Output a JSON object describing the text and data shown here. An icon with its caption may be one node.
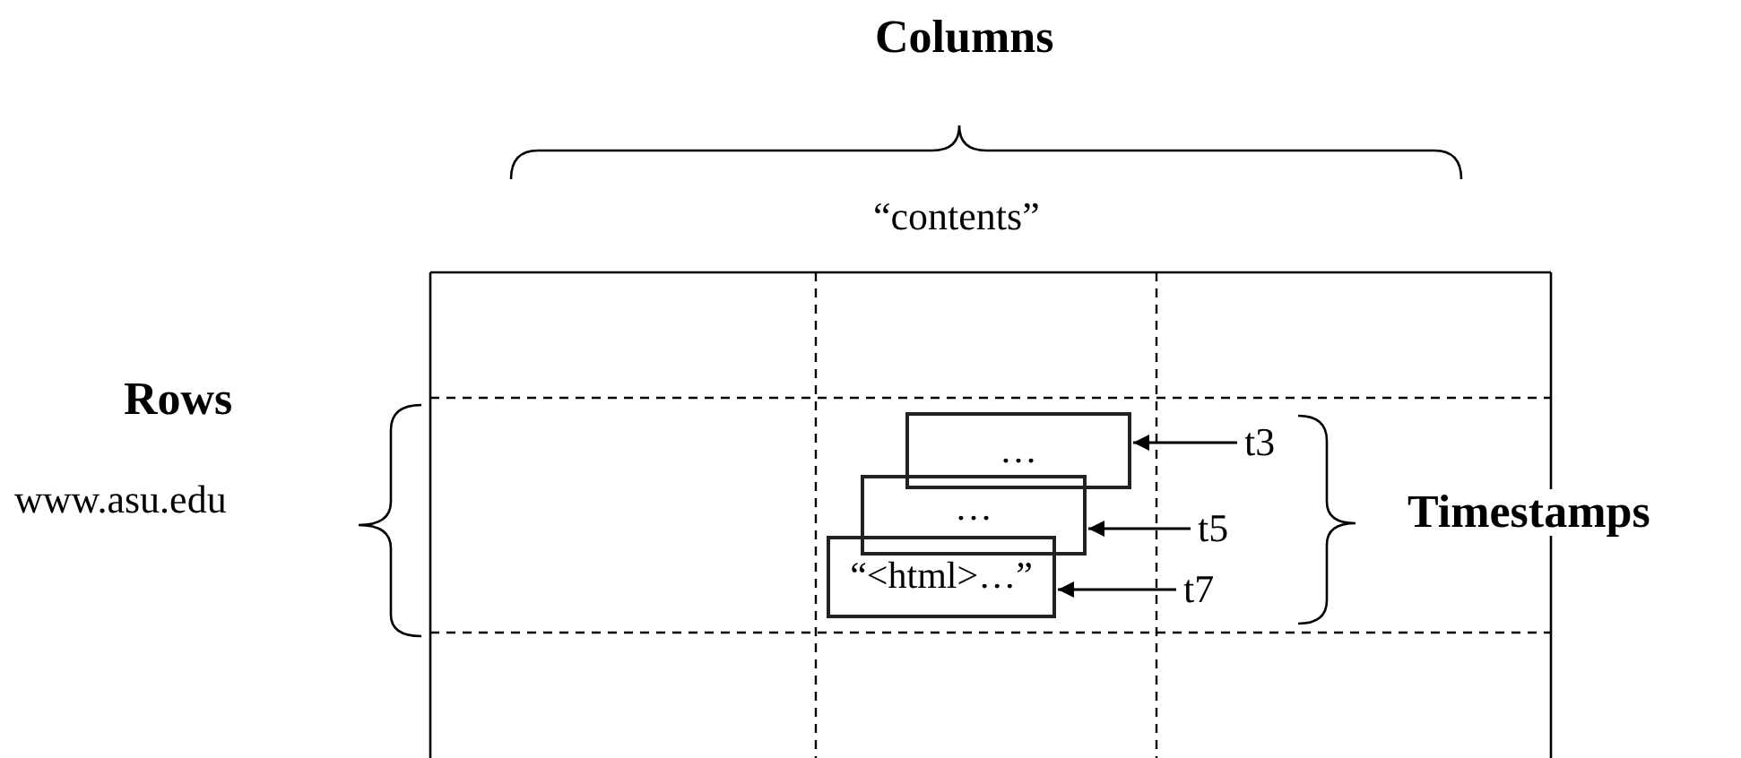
{
  "diagram": {
    "nodes": [
      {
        "text": [
          "…"
        ]
      },
      {
        "text": [
          "…"
        ]
      },
      {
        "text": [
          "“<html>…”"
        ]
      },
      {
        "text": [
          "t3"
        ]
      },
      {
        "text": [
          "t5"
        ]
      },
      {
        "text": [
          "t7"
        ]
      }
    ],
    "edges": [
      {
        "from": 3,
        "to": 0,
        "arrow": "to"
      },
      {
        "from": 4,
        "to": 1,
        "arrow": "to"
      },
      {
        "from": 5,
        "to": 2,
        "arrow": "to"
      }
    ],
    "labels": [
      "Columns",
      "“contents”",
      "Rows",
      "www.asu.edu",
      "Timestamps"
    ]
  }
}
